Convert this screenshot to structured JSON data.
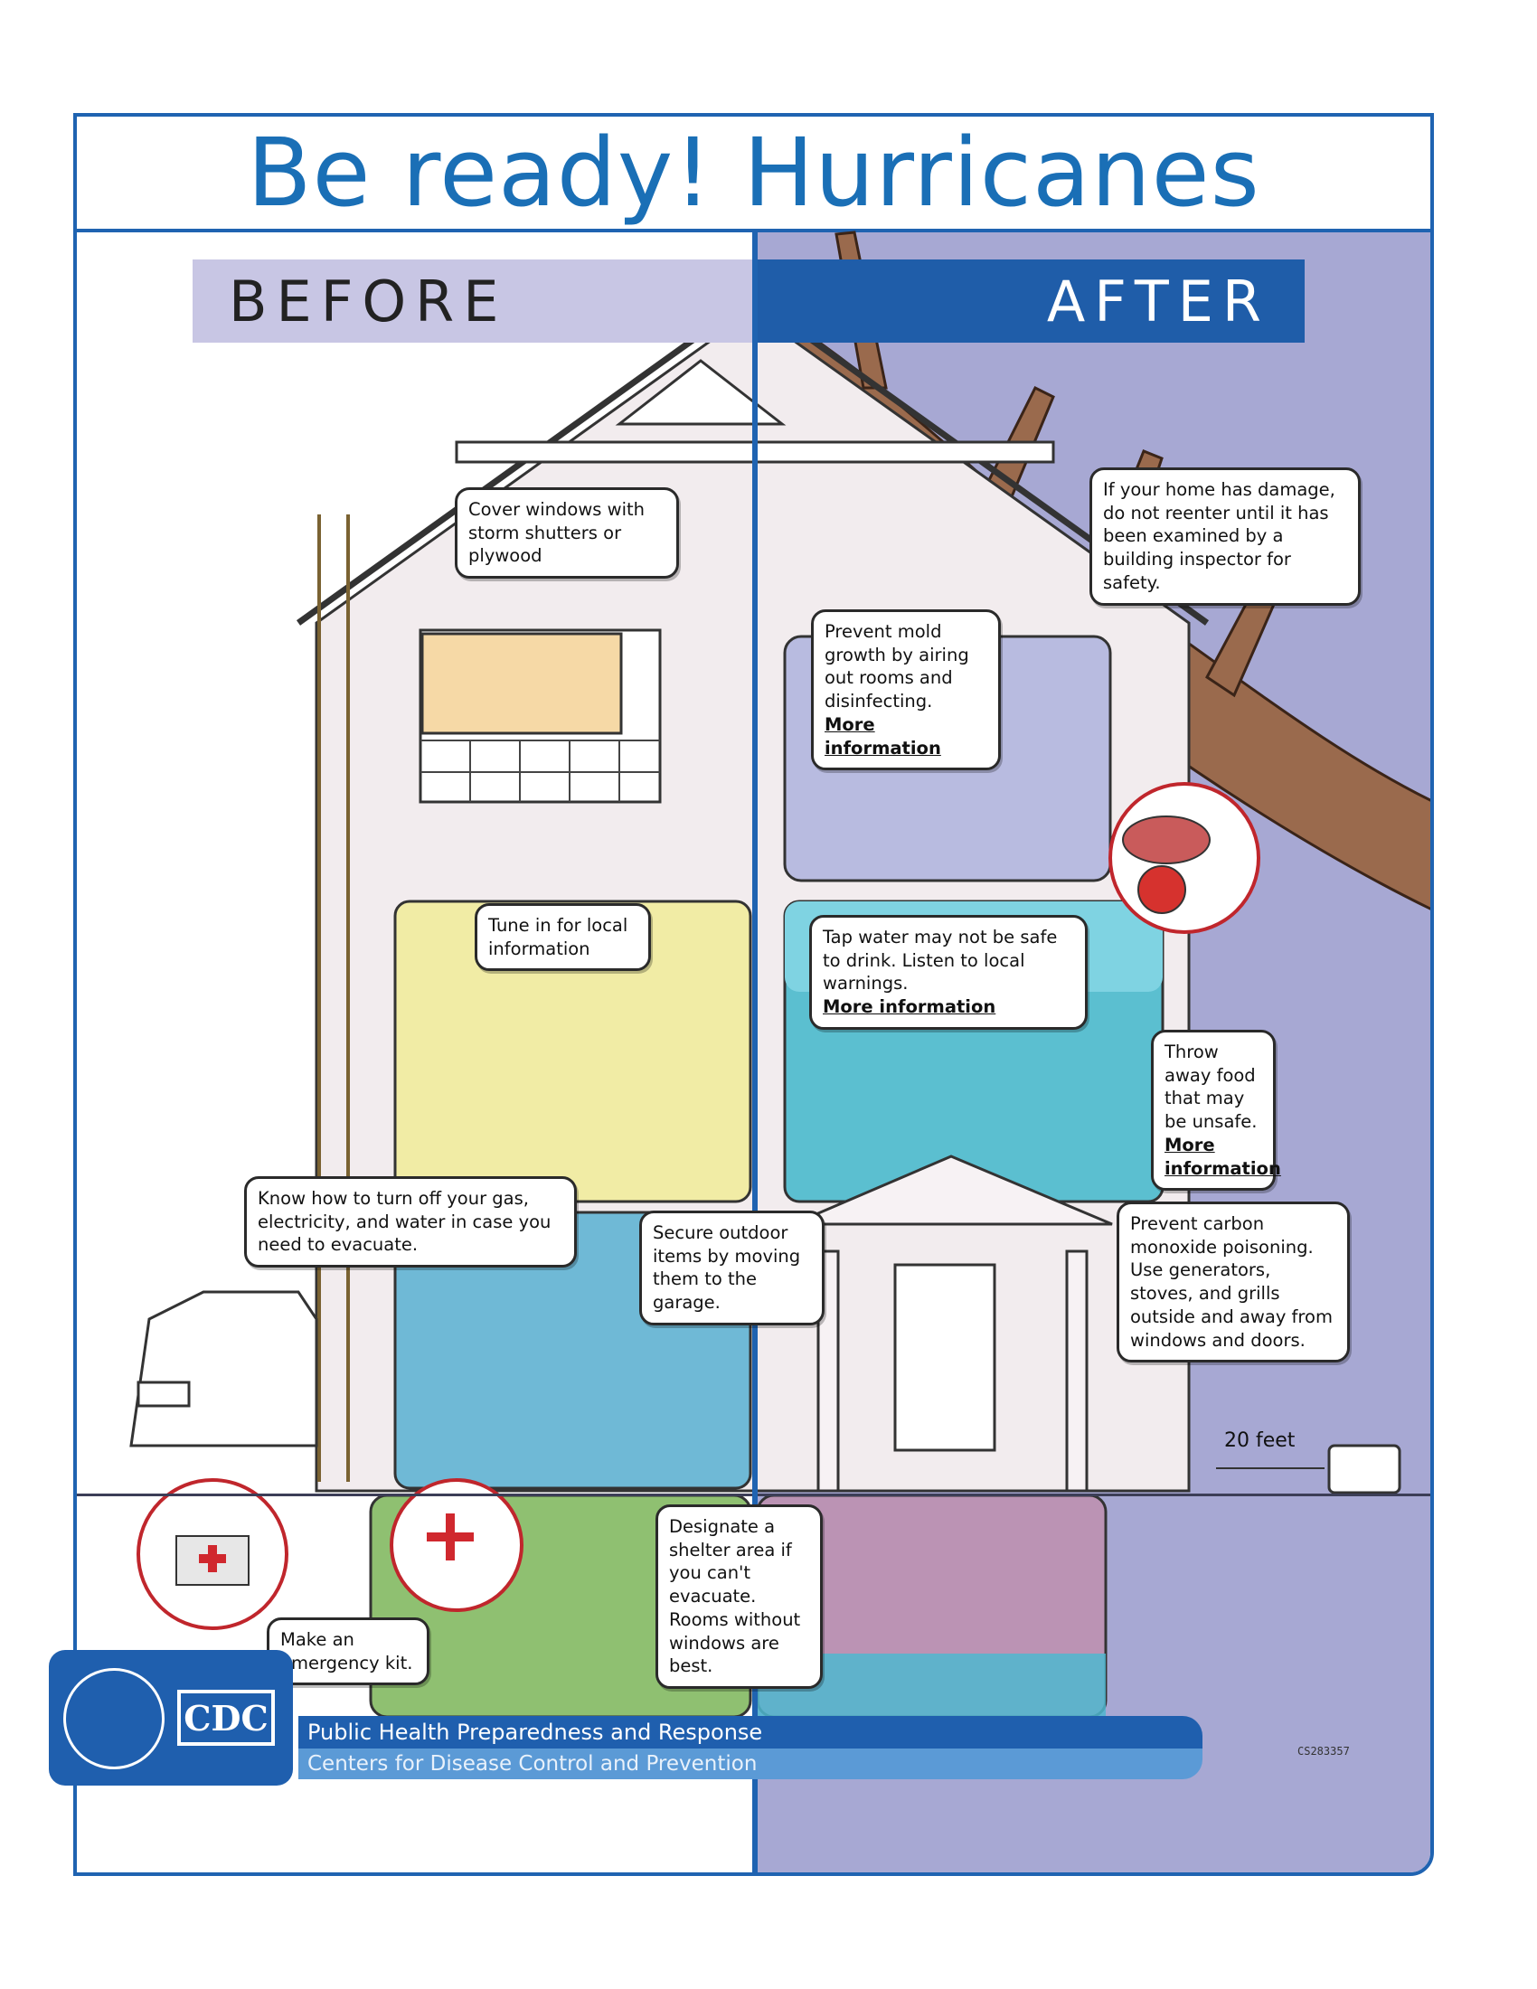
{
  "title": "Be ready!  Hurricanes",
  "sections": {
    "before": "BEFORE",
    "after": "AFTER"
  },
  "callouts": {
    "cover_windows": "Cover windows with storm shutters or plywood",
    "home_damage": "If your home has damage, do not reenter until it has been examined by a building inspector for safety.",
    "mold": "Prevent mold growth by airing out rooms and disinfecting.",
    "mold_more": "More information",
    "tune_in": "Tune in for local information",
    "tap_water": "Tap water may not be safe to drink. Listen to local warnings.",
    "tap_water_more": "More information",
    "throw_food": "Throw away food that may be unsafe.",
    "throw_food_more": "More information",
    "turn_off": "Know how to turn off your gas, electricity, and water in case you need to evacuate.",
    "secure_outdoor": "Secure outdoor items by moving them to the garage.",
    "carbon_monoxide": "Prevent carbon monoxide poisoning. Use generators, stoves, and grills outside and away from windows and doors.",
    "emergency_kit": "Make an emergency kit.",
    "shelter": "Designate a shelter area if you can't evacuate. Rooms without windows are best."
  },
  "distance_label": "20 feet",
  "footer": {
    "logo_text": "CDC",
    "line1": "Public Health Preparedness and Response",
    "line2": "Centers for Disease Control and Prevention",
    "code": "CS283357"
  },
  "colors": {
    "brand_blue": "#1f63b1",
    "after_background": "#a7a8d3",
    "before_band": "#c8c6e4",
    "yellow_room": "#f1eca5",
    "teal_room": "#5bbfd0",
    "green_basement": "#8fc071",
    "mauve_basement": "#bb93b4"
  }
}
